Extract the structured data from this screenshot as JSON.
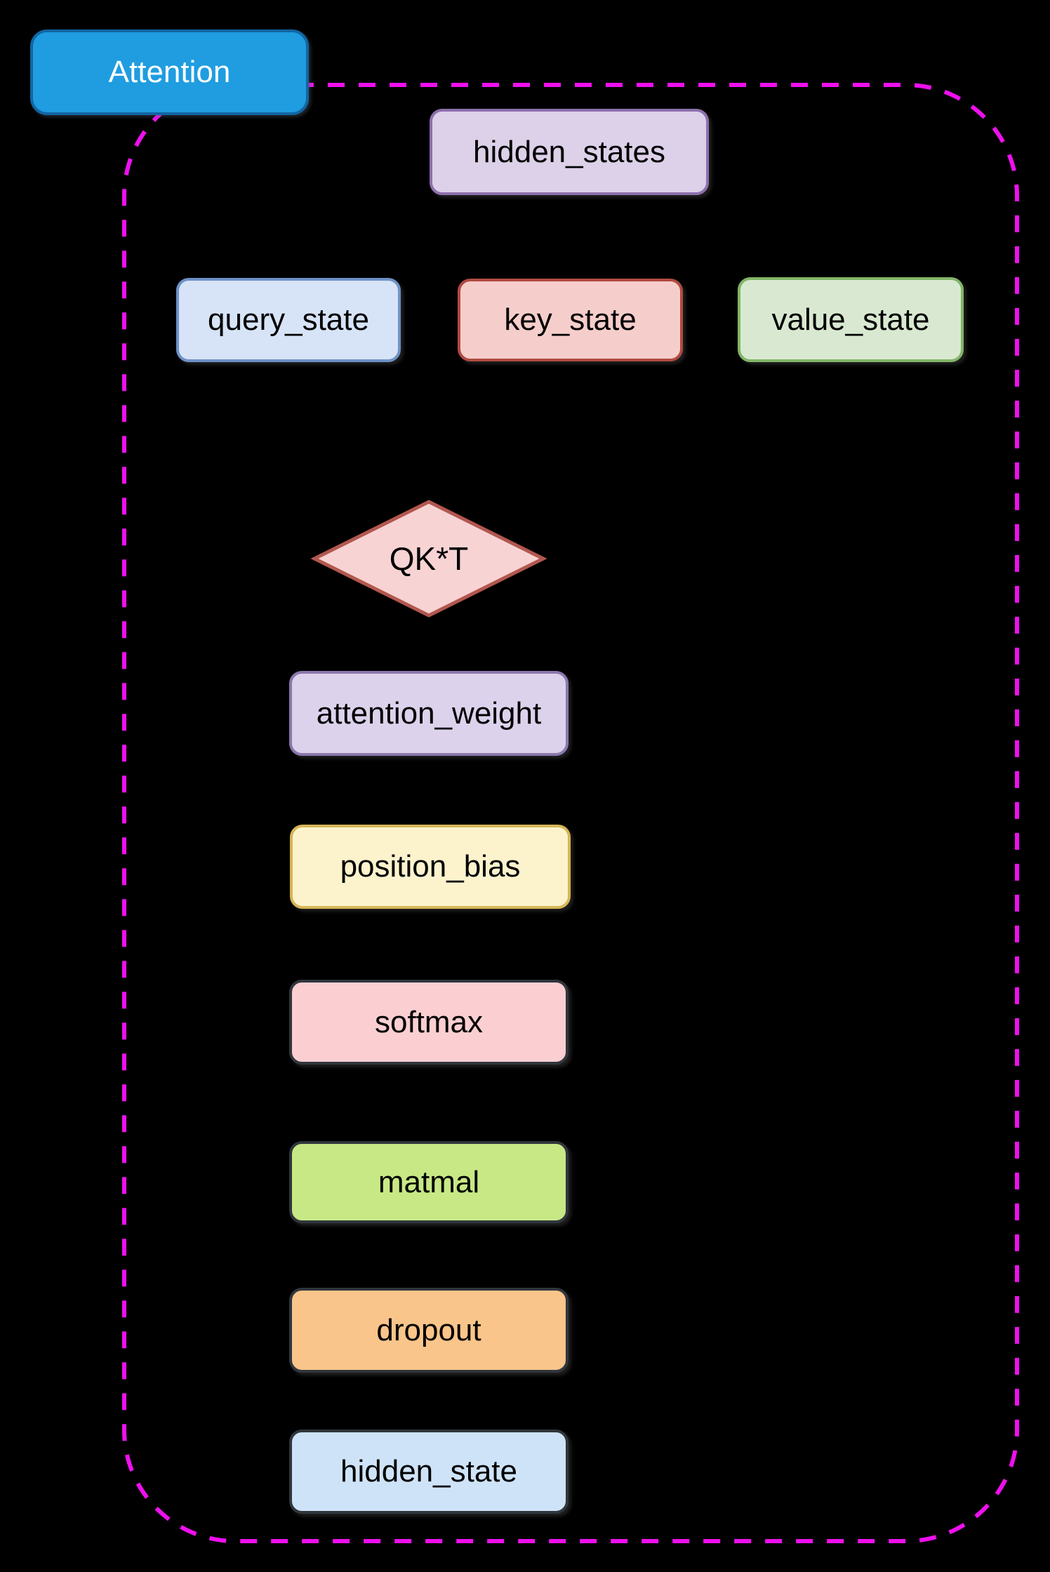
{
  "diagram": {
    "background_color": "#000000",
    "group": {
      "label_box": {
        "label": "Attention",
        "fill": "#1F9DE0",
        "border": "#1266A2",
        "text_color": "#FFFFFF"
      },
      "border_color": "#EE10EE",
      "border_style": "dashed"
    },
    "nodes": {
      "hidden_states": {
        "label": "hidden_states",
        "fill": "#DCD1E8",
        "border": "#8E70AC",
        "shape": "rect"
      },
      "query_state": {
        "label": "query_state",
        "fill": "#D7E3F7",
        "border": "#6E91C6",
        "shape": "rect"
      },
      "key_state": {
        "label": "key_state",
        "fill": "#F5CECB",
        "border": "#B04A42",
        "shape": "rect"
      },
      "value_state": {
        "label": "value_state",
        "fill": "#D9E9D1",
        "border": "#82B568",
        "shape": "rect"
      },
      "qkt": {
        "label": "QK*T",
        "fill": "#F8D3D3",
        "border": "#B2574F",
        "shape": "diamond"
      },
      "attention_weight": {
        "label": "attention_weight",
        "fill": "#DDD2EC",
        "border": "#8A77AC",
        "shape": "rect"
      },
      "position_bias": {
        "label": "position_bias",
        "fill": "#FCF3CD",
        "border": "#D6B656",
        "shape": "rect"
      },
      "softmax": {
        "label": "softmax",
        "fill": "#FBCFD1",
        "border": "#30363C",
        "shape": "rect"
      },
      "matmal": {
        "label": "matmal",
        "fill": "#C8E885",
        "border": "#30363C",
        "shape": "rect"
      },
      "dropout": {
        "label": "dropout",
        "fill": "#FAC58A",
        "border": "#30363C",
        "shape": "rect"
      },
      "hidden_state": {
        "label": "hidden_state",
        "fill": "#CFE3F8",
        "border": "#30363C",
        "shape": "rect"
      }
    }
  }
}
